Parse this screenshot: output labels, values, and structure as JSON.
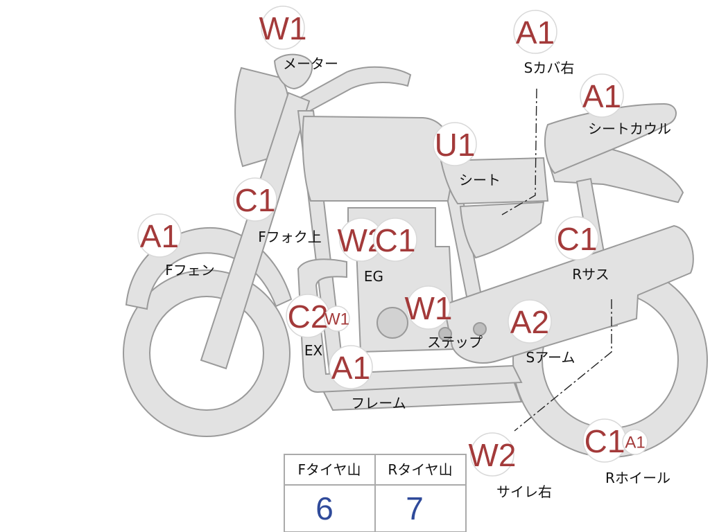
{
  "badges": [
    {
      "code": "W1",
      "label": "メーター"
    },
    {
      "code": "A1",
      "label": "Sカバ右"
    },
    {
      "code": "A1",
      "label": "シートカウル"
    },
    {
      "code": "U1",
      "label": "シート"
    },
    {
      "code": "C1",
      "label": "Fフォク上"
    },
    {
      "code": "A1",
      "label": "Fフェン"
    },
    {
      "code": "W2",
      "label": ""
    },
    {
      "code": "C1",
      "label": "EG"
    },
    {
      "code": "C1",
      "label": "Rサス"
    },
    {
      "code": "C2",
      "label": ""
    },
    {
      "code": "W1",
      "label": "EX"
    },
    {
      "code": "W1",
      "label": "ステップ"
    },
    {
      "code": "A2",
      "label": "Sアーム"
    },
    {
      "code": "A1",
      "label": "フレーム"
    },
    {
      "code": "W2",
      "label": "サイレ右"
    },
    {
      "code": "C1",
      "label": ""
    },
    {
      "code": "A1",
      "label": "Rホイール"
    }
  ],
  "tire_table": {
    "headers": [
      "Fタイヤ山",
      "Rタイヤ山"
    ],
    "values": [
      "6",
      "7"
    ]
  },
  "colors": {
    "badge_text": "#a33a3a",
    "body_fill": "#e2e2e2",
    "outline": "#9a9a9a",
    "table_value": "#2f4a9a"
  }
}
